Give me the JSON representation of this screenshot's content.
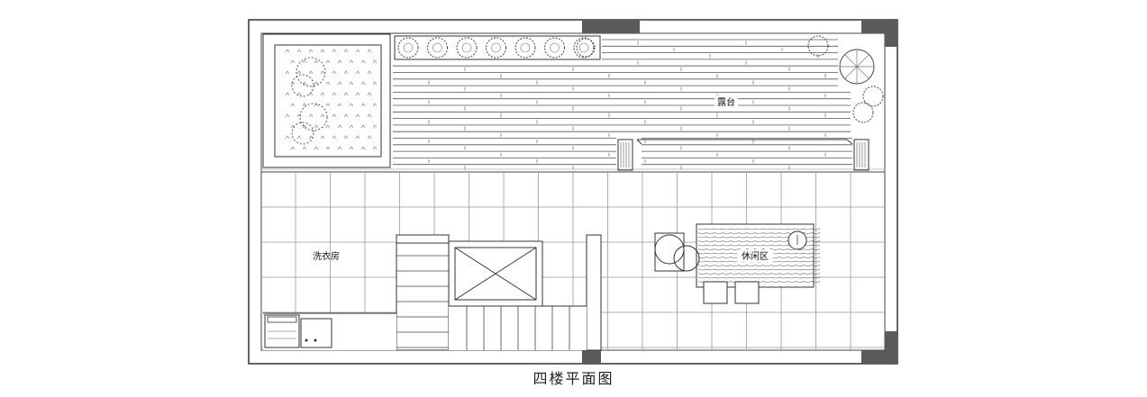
{
  "caption": "四楼平面图",
  "rooms": {
    "terrace": "露台",
    "laundry": "洗衣房",
    "leisure": "休闲区"
  },
  "colors": {
    "line": "#333333",
    "wall_fill": "#5a5a5a",
    "background": "#ffffff"
  }
}
